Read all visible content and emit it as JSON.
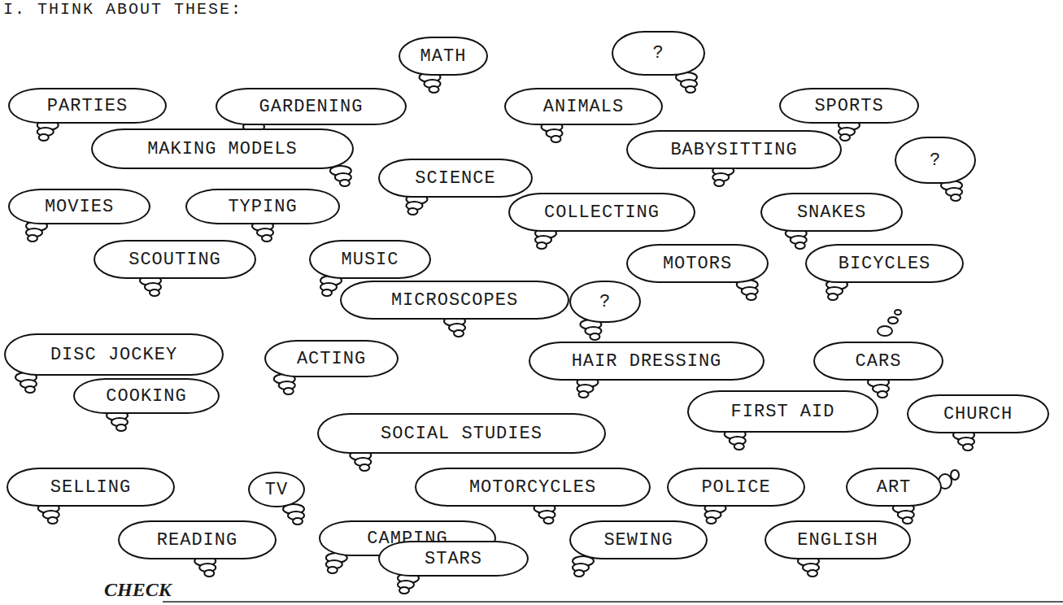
{
  "diagram": {
    "title": "I. THINK ABOUT THESE:",
    "nodes": [
      {
        "text": [
          "MATH"
        ]
      },
      {
        "text": [
          "?"
        ]
      },
      {
        "text": [
          "PARTIES"
        ]
      },
      {
        "text": [
          "GARDENING"
        ]
      },
      {
        "text": [
          "ANIMALS"
        ]
      },
      {
        "text": [
          "SPORTS"
        ]
      },
      {
        "text": [
          "MAKING MODELS"
        ]
      },
      {
        "text": [
          "BABYSITTING"
        ]
      },
      {
        "text": [
          "?"
        ]
      },
      {
        "text": [
          "SCIENCE"
        ]
      },
      {
        "text": [
          "MOVIES"
        ]
      },
      {
        "text": [
          "TYPING"
        ]
      },
      {
        "text": [
          "COLLECTING"
        ]
      },
      {
        "text": [
          "SNAKES"
        ]
      },
      {
        "text": [
          "SCOUTING"
        ]
      },
      {
        "text": [
          "MUSIC"
        ]
      },
      {
        "text": [
          "MOTORS"
        ]
      },
      {
        "text": [
          "BICYCLES"
        ]
      },
      {
        "text": [
          "MICROSCOPES"
        ]
      },
      {
        "text": [
          "?"
        ]
      },
      {
        "text": [
          "DISC JOCKEY"
        ]
      },
      {
        "text": [
          "ACTING"
        ]
      },
      {
        "text": [
          "HAIR DRESSING"
        ]
      },
      {
        "text": [
          "CARS"
        ]
      },
      {
        "text": [
          "COOKING"
        ]
      },
      {
        "text": [
          "SOCIAL STUDIES"
        ]
      },
      {
        "text": [
          "FIRST AID"
        ]
      },
      {
        "text": [
          "CHURCH"
        ]
      },
      {
        "text": [
          "SELLING"
        ]
      },
      {
        "text": [
          "TV"
        ]
      },
      {
        "text": [
          "MOTORCYCLES"
        ]
      },
      {
        "text": [
          "POLICE"
        ]
      },
      {
        "text": [
          "ART"
        ]
      },
      {
        "text": [
          "READING"
        ]
      },
      {
        "text": [
          "CAMPING"
        ]
      },
      {
        "text": [
          "SEWING"
        ]
      },
      {
        "text": [
          "ENGLISH"
        ]
      },
      {
        "text": [
          "STARS"
        ]
      }
    ],
    "labels": [
      "CHECK"
    ]
  }
}
